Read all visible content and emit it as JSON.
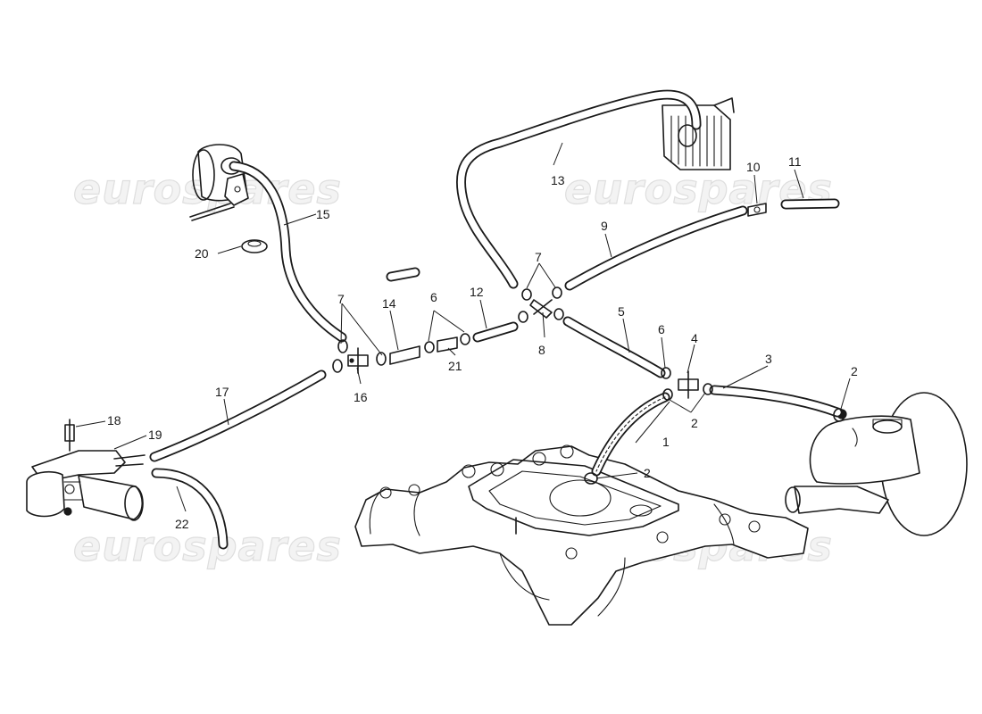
{
  "watermark": "eurospares",
  "labels": {
    "n1": "1",
    "n2a": "2",
    "n2b": "2",
    "n2c": "2",
    "n3": "3",
    "n4": "4",
    "n5": "5",
    "n6a": "6",
    "n6b": "6",
    "n7a": "7",
    "n7b": "7",
    "n8": "8",
    "n9": "9",
    "n10": "10",
    "n11": "11",
    "n12": "12",
    "n13": "13",
    "n14": "14",
    "n15": "15",
    "n16": "16",
    "n17": "17",
    "n18": "18",
    "n19": "19",
    "n20": "20",
    "n21": "21",
    "n22": "22"
  }
}
